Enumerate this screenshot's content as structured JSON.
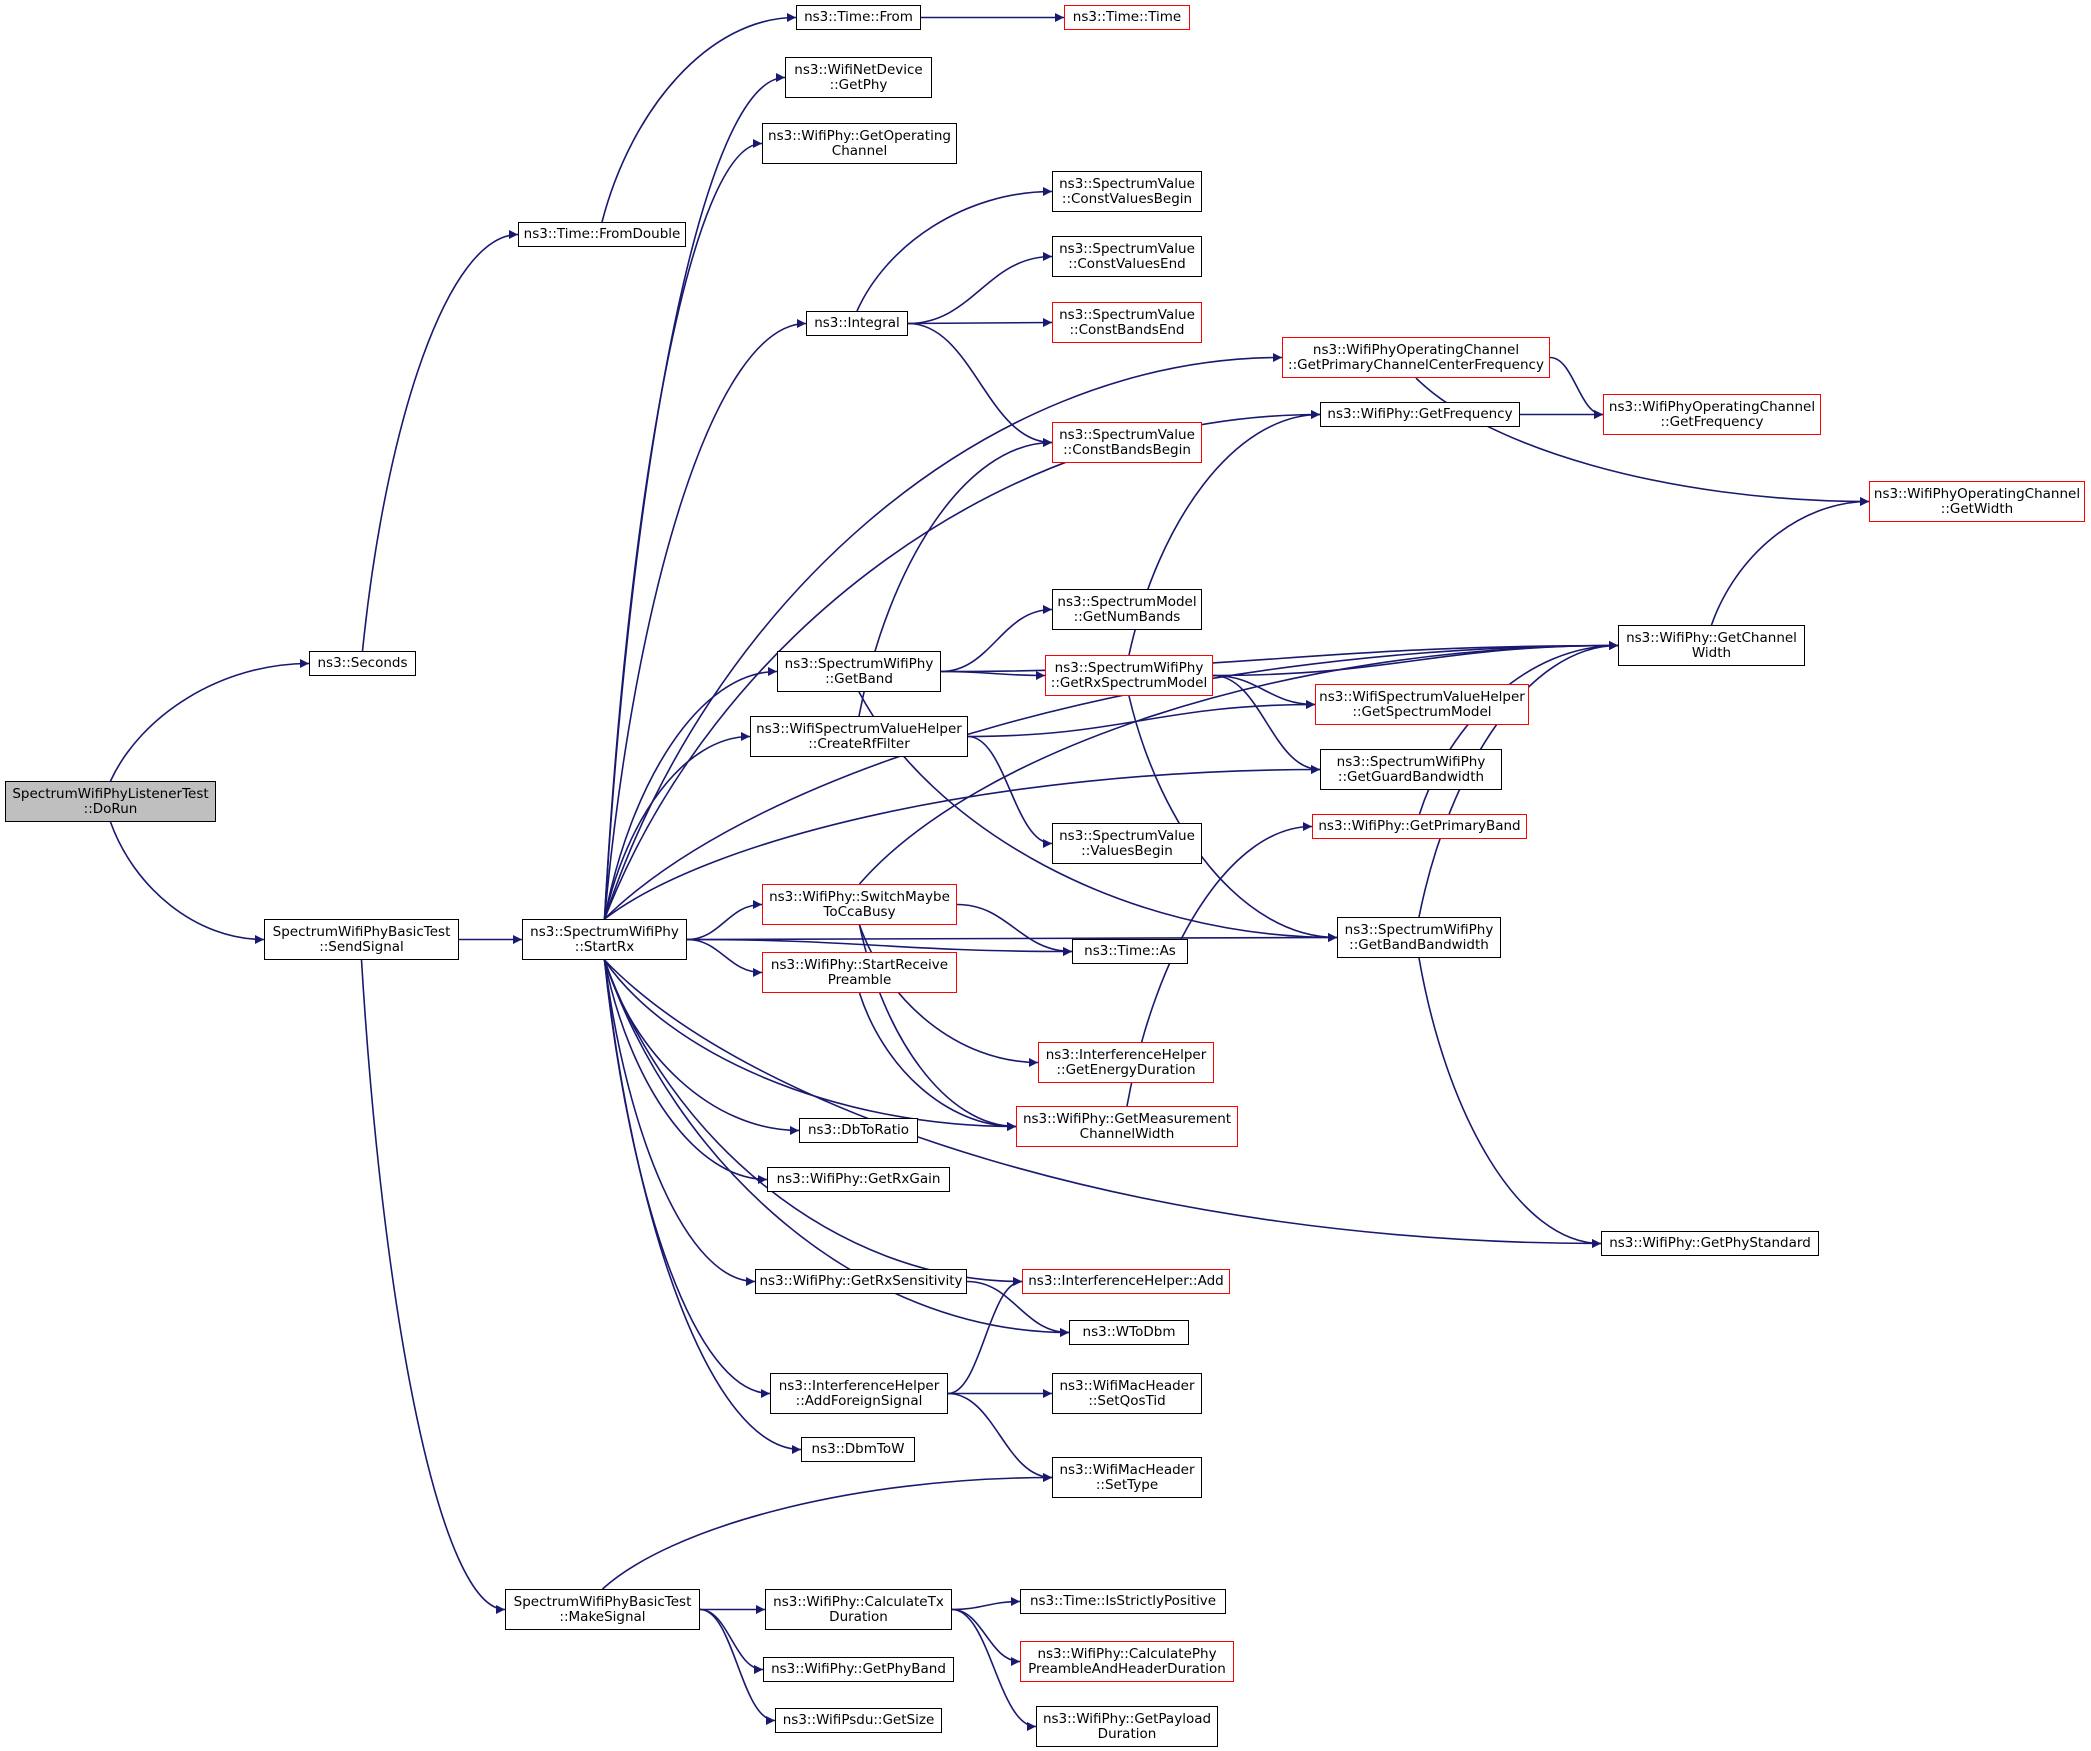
{
  "nodes": [
    {
      "id": "dorun",
      "lines": [
        "SpectrumWifiPhyListenerTest",
        "::DoRun"
      ],
      "style": "root"
    },
    {
      "id": "seconds",
      "lines": [
        "ns3::Seconds"
      ],
      "style": "normal"
    },
    {
      "id": "fromdouble",
      "lines": [
        "ns3::Time::FromDouble"
      ],
      "style": "normal"
    },
    {
      "id": "timefrom",
      "lines": [
        "ns3::Time::From"
      ],
      "style": "normal"
    },
    {
      "id": "timetime",
      "lines": [
        "ns3::Time::Time"
      ],
      "style": "truncated"
    },
    {
      "id": "sendsignal",
      "lines": [
        "SpectrumWifiPhyBasicTest",
        "::SendSignal"
      ],
      "style": "normal"
    },
    {
      "id": "makesignal",
      "lines": [
        "SpectrumWifiPhyBasicTest",
        "::MakeSignal"
      ],
      "style": "normal"
    },
    {
      "id": "startrx",
      "lines": [
        "ns3::SpectrumWifiPhy",
        "::StartRx"
      ],
      "style": "normal"
    },
    {
      "id": "netdevgetphy",
      "lines": [
        "ns3::WifiNetDevice",
        "::GetPhy"
      ],
      "style": "normal"
    },
    {
      "id": "getopchannel",
      "lines": [
        "ns3::WifiPhy::GetOperating",
        "Channel"
      ],
      "style": "normal"
    },
    {
      "id": "integral",
      "lines": [
        "ns3::Integral"
      ],
      "style": "normal"
    },
    {
      "id": "constvaluesbegin",
      "lines": [
        "ns3::SpectrumValue",
        "::ConstValuesBegin"
      ],
      "style": "normal"
    },
    {
      "id": "constvaluesend",
      "lines": [
        "ns3::SpectrumValue",
        "::ConstValuesEnd"
      ],
      "style": "normal"
    },
    {
      "id": "constbandsend",
      "lines": [
        "ns3::SpectrumValue",
        "::ConstBandsEnd"
      ],
      "style": "truncated"
    },
    {
      "id": "constbandsbegin",
      "lines": [
        "ns3::SpectrumValue",
        "::ConstBandsBegin"
      ],
      "style": "truncated"
    },
    {
      "id": "primcenterfreq",
      "lines": [
        "ns3::WifiPhyOperatingChannel",
        "::GetPrimaryChannelCenterFrequency"
      ],
      "style": "truncated"
    },
    {
      "id": "getfrequency",
      "lines": [
        "ns3::WifiPhy::GetFrequency"
      ],
      "style": "normal"
    },
    {
      "id": "opchangetfreq",
      "lines": [
        "ns3::WifiPhyOperatingChannel",
        "::GetFrequency"
      ],
      "style": "truncated"
    },
    {
      "id": "opchangetwidth",
      "lines": [
        "ns3::WifiPhyOperatingChannel",
        "::GetWidth"
      ],
      "style": "truncated"
    },
    {
      "id": "getnumbands",
      "lines": [
        "ns3::SpectrumModel",
        "::GetNumBands"
      ],
      "style": "normal"
    },
    {
      "id": "getband",
      "lines": [
        "ns3::SpectrumWifiPhy",
        "::GetBand"
      ],
      "style": "normal"
    },
    {
      "id": "getrxspectrummodel",
      "lines": [
        "ns3::SpectrumWifiPhy",
        "::GetRxSpectrumModel"
      ],
      "style": "truncated"
    },
    {
      "id": "getchannelwidth",
      "lines": [
        "ns3::WifiPhy::GetChannel",
        "Width"
      ],
      "style": "normal"
    },
    {
      "id": "createrffilter",
      "lines": [
        "ns3::WifiSpectrumValueHelper",
        "::CreateRfFilter"
      ],
      "style": "normal"
    },
    {
      "id": "getspectrummodel",
      "lines": [
        "ns3::WifiSpectrumValueHelper",
        "::GetSpectrumModel"
      ],
      "style": "truncated"
    },
    {
      "id": "getguardbw",
      "lines": [
        "ns3::SpectrumWifiPhy",
        "::GetGuardBandwidth"
      ],
      "style": "normal"
    },
    {
      "id": "valuesbegin",
      "lines": [
        "ns3::SpectrumValue",
        "::ValuesBegin"
      ],
      "style": "normal"
    },
    {
      "id": "getprimaryband",
      "lines": [
        "ns3::WifiPhy::GetPrimaryBand"
      ],
      "style": "truncated"
    },
    {
      "id": "switchcca",
      "lines": [
        "ns3::WifiPhy::SwitchMaybe",
        "ToCcaBusy"
      ],
      "style": "truncated"
    },
    {
      "id": "timeas",
      "lines": [
        "ns3::Time::As"
      ],
      "style": "normal"
    },
    {
      "id": "getbandbw",
      "lines": [
        "ns3::SpectrumWifiPhy",
        "::GetBandBandwidth"
      ],
      "style": "normal"
    },
    {
      "id": "startrecvpreamble",
      "lines": [
        "ns3::WifiPhy::StartReceive",
        "Preamble"
      ],
      "style": "truncated"
    },
    {
      "id": "getenergyduration",
      "lines": [
        "ns3::InterferenceHelper",
        "::GetEnergyDuration"
      ],
      "style": "truncated"
    },
    {
      "id": "getmeaschanwidth",
      "lines": [
        "ns3::WifiPhy::GetMeasurement",
        "ChannelWidth"
      ],
      "style": "truncated"
    },
    {
      "id": "dbtoratio",
      "lines": [
        "ns3::DbToRatio"
      ],
      "style": "normal"
    },
    {
      "id": "getrxgain",
      "lines": [
        "ns3::WifiPhy::GetRxGain"
      ],
      "style": "normal"
    },
    {
      "id": "getphystandard",
      "lines": [
        "ns3::WifiPhy::GetPhyStandard"
      ],
      "style": "normal"
    },
    {
      "id": "getrxsensitivity",
      "lines": [
        "ns3::WifiPhy::GetRxSensitivity"
      ],
      "style": "normal"
    },
    {
      "id": "interfadd",
      "lines": [
        "ns3::InterferenceHelper::Add"
      ],
      "style": "truncated"
    },
    {
      "id": "wtodbm",
      "lines": [
        "ns3::WToDbm"
      ],
      "style": "normal"
    },
    {
      "id": "addforeignsignal",
      "lines": [
        "ns3::InterferenceHelper",
        "::AddForeignSignal"
      ],
      "style": "normal"
    },
    {
      "id": "setqostid",
      "lines": [
        "ns3::WifiMacHeader",
        "::SetQosTid"
      ],
      "style": "normal"
    },
    {
      "id": "dbmtow",
      "lines": [
        "ns3::DbmToW"
      ],
      "style": "normal"
    },
    {
      "id": "settype",
      "lines": [
        "ns3::WifiMacHeader",
        "::SetType"
      ],
      "style": "normal"
    },
    {
      "id": "calctxduration",
      "lines": [
        "ns3::WifiPhy::CalculateTx",
        "Duration"
      ],
      "style": "normal"
    },
    {
      "id": "isstrictlypositive",
      "lines": [
        "ns3::Time::IsStrictlyPositive"
      ],
      "style": "normal"
    },
    {
      "id": "calcphypreamble",
      "lines": [
        "ns3::WifiPhy::CalculatePhy",
        "PreambleAndHeaderDuration"
      ],
      "style": "truncated"
    },
    {
      "id": "getphyband",
      "lines": [
        "ns3::WifiPhy::GetPhyBand"
      ],
      "style": "normal"
    },
    {
      "id": "getpayloadduration",
      "lines": [
        "ns3::WifiPhy::GetPayload",
        "Duration"
      ],
      "style": "normal"
    },
    {
      "id": "psdugetsize",
      "lines": [
        "ns3::WifiPsdu::GetSize"
      ],
      "style": "normal"
    }
  ],
  "edges": [
    [
      "dorun",
      "seconds"
    ],
    [
      "dorun",
      "sendsignal"
    ],
    [
      "seconds",
      "fromdouble"
    ],
    [
      "fromdouble",
      "timefrom"
    ],
    [
      "timefrom",
      "timetime"
    ],
    [
      "sendsignal",
      "startrx"
    ],
    [
      "sendsignal",
      "makesignal"
    ],
    [
      "startrx",
      "netdevgetphy"
    ],
    [
      "startrx",
      "getopchannel"
    ],
    [
      "startrx",
      "primcenterfreq"
    ],
    [
      "startrx",
      "integral"
    ],
    [
      "startrx",
      "getfrequency"
    ],
    [
      "startrx",
      "getchannelwidth"
    ],
    [
      "startrx",
      "getband"
    ],
    [
      "startrx",
      "createrffilter"
    ],
    [
      "startrx",
      "getguardbw"
    ],
    [
      "startrx",
      "timeas"
    ],
    [
      "startrx",
      "switchcca"
    ],
    [
      "startrx",
      "startrecvpreamble"
    ],
    [
      "startrx",
      "getmeaschanwidth"
    ],
    [
      "startrx",
      "dbtoratio"
    ],
    [
      "startrx",
      "getrxgain"
    ],
    [
      "startrx",
      "getbandbw"
    ],
    [
      "startrx",
      "interfadd"
    ],
    [
      "startrx",
      "getrxsensitivity"
    ],
    [
      "startrx",
      "wtodbm"
    ],
    [
      "startrx",
      "addforeignsignal"
    ],
    [
      "startrx",
      "dbmtow"
    ],
    [
      "startrx",
      "getphystandard"
    ],
    [
      "integral",
      "constvaluesbegin"
    ],
    [
      "integral",
      "constvaluesend"
    ],
    [
      "integral",
      "constbandsend"
    ],
    [
      "integral",
      "constbandsbegin"
    ],
    [
      "primcenterfreq",
      "opchangetfreq"
    ],
    [
      "primcenterfreq",
      "opchangetwidth"
    ],
    [
      "getfrequency",
      "opchangetfreq"
    ],
    [
      "getchannelwidth",
      "opchangetwidth"
    ],
    [
      "getband",
      "getnumbands"
    ],
    [
      "getband",
      "getrxspectrummodel"
    ],
    [
      "getband",
      "getchannelwidth"
    ],
    [
      "getband",
      "getbandbw"
    ],
    [
      "getrxspectrummodel",
      "getfrequency"
    ],
    [
      "getrxspectrummodel",
      "getchannelwidth"
    ],
    [
      "getrxspectrummodel",
      "getspectrummodel"
    ],
    [
      "getrxspectrummodel",
      "getguardbw"
    ],
    [
      "getrxspectrummodel",
      "getbandbw"
    ],
    [
      "createrffilter",
      "constbandsbegin"
    ],
    [
      "createrffilter",
      "getspectrummodel"
    ],
    [
      "createrffilter",
      "valuesbegin"
    ],
    [
      "getprimaryband",
      "getchannelwidth"
    ],
    [
      "switchcca",
      "timeas"
    ],
    [
      "switchcca",
      "getenergyduration"
    ],
    [
      "switchcca",
      "getchannelwidth"
    ],
    [
      "switchcca",
      "getmeaschanwidth"
    ],
    [
      "startrecvpreamble",
      "getmeaschanwidth"
    ],
    [
      "getmeaschanwidth",
      "getprimaryband"
    ],
    [
      "getbandbw",
      "getchannelwidth"
    ],
    [
      "getbandbw",
      "getphystandard"
    ],
    [
      "getrxsensitivity",
      "wtodbm"
    ],
    [
      "addforeignsignal",
      "interfadd"
    ],
    [
      "addforeignsignal",
      "setqostid"
    ],
    [
      "addforeignsignal",
      "settype"
    ],
    [
      "makesignal",
      "settype"
    ],
    [
      "makesignal",
      "calctxduration"
    ],
    [
      "makesignal",
      "getphyband"
    ],
    [
      "makesignal",
      "psdugetsize"
    ],
    [
      "calctxduration",
      "isstrictlypositive"
    ],
    [
      "calctxduration",
      "calcphypreamble"
    ],
    [
      "calctxduration",
      "getpayloadduration"
    ]
  ]
}
